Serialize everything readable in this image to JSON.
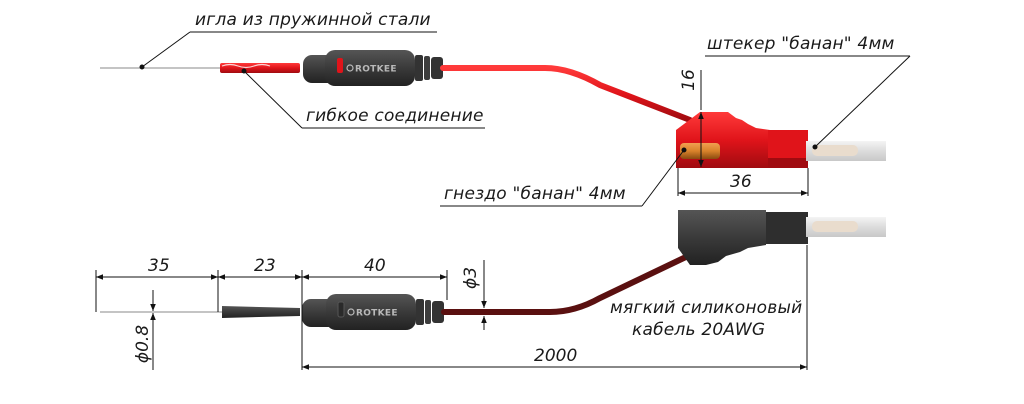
{
  "callouts": {
    "needle": "игла из пружинной стали",
    "flex_joint": "гибкое соединение",
    "plug": "штекер \"банан\" 4мм",
    "socket": "гнездо \"банан\" 4мм",
    "cable_line1": "мягкий силиконовый",
    "cable_line2": "кабель 20AWG"
  },
  "dimensions": {
    "needle_length": "35",
    "tip_length": "23",
    "handle_length": "40",
    "cable_length": "2000",
    "plug_length": "36",
    "plug_height": "16",
    "needle_diameter": "ϕ0.8",
    "cable_diameter": "ϕ3"
  },
  "brand": {
    "top_probe": "ROTKEE",
    "bottom_probe": "ROTKEE"
  },
  "colors": {
    "red_lead": "#e0141a",
    "black_lead": "#3a3a3a",
    "black_cable": "#5a1010",
    "brass": "#d9822b",
    "pin": "#e9dccd"
  }
}
